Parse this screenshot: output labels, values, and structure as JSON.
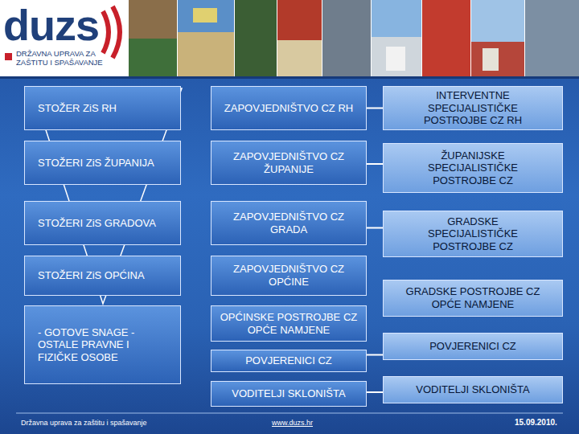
{
  "diagram": {
    "nodes": [
      {
        "text": [
          "STOŽER ZiS RH"
        ]
      },
      {
        "text": [
          "ZAPOVJEDNIŠTVO CZ RH"
        ]
      },
      {
        "text": [
          "INTERVENTNE SPECIJALISTIČKE POSTROJBE CZ RH"
        ]
      },
      {
        "text": [
          "STOŽERI ZiS ŽUPANIJA"
        ]
      },
      {
        "text": [
          "ZAPOVJEDNIŠTVO CZ ŽUPANIJE"
        ]
      },
      {
        "text": [
          "ŽUPANIJSKE SPECIJALISTIČKE POSTROJBE CZ"
        ]
      },
      {
        "text": [
          "STOŽERI ZiS GRADOVA"
        ]
      },
      {
        "text": [
          "ZAPOVJEDNIŠTVO CZ GRADA"
        ]
      },
      {
        "text": [
          "GRADSKE SPECIJALISTIČKE POSTROJBE CZ"
        ]
      },
      {
        "text": [
          "STOŽERI ZiS OPĆINA"
        ]
      },
      {
        "text": [
          "ZAPOVJEDNIŠTVO CZ OPĆINE"
        ]
      },
      {
        "text": [
          "GRADSKE POSTROJBE CZ OPĆE NAMJENE"
        ]
      },
      {
        "text": [
          "OPĆINSKE POSTROJBE CZ OPĆE NAMJENE"
        ]
      },
      {
        "text": [
          "- GOTOVE SNAGE - OSTALE PRAVNE I FIZIČKE OSOBE"
        ]
      },
      {
        "text": [
          "POVJERENICI CZ"
        ]
      },
      {
        "text": [
          "POVJERENICI CZ"
        ]
      },
      {
        "text": [
          "VODITELJI SKLONIŠTA"
        ]
      },
      {
        "text": [
          "VODITELJI SKLONIŠTA"
        ]
      }
    ],
    "edges": [
      {
        "from": 1,
        "to": 2,
        "arrow": "none"
      },
      {
        "from": 4,
        "to": 5,
        "arrow": "none"
      },
      {
        "from": 7,
        "to": 8,
        "arrow": "none"
      },
      {
        "from": 14,
        "to": 15,
        "arrow": "none"
      },
      {
        "from": 16,
        "to": 17,
        "arrow": "none"
      }
    ],
    "labels": [
      "duzs",
      "DRŽAVNA UPRAVA ZA ZAŠTITU I SPAŠAVANJE",
      "Državna uprava za zaštitu i spašavanje",
      "www.duzs.hr",
      "15.09.2010."
    ]
  }
}
